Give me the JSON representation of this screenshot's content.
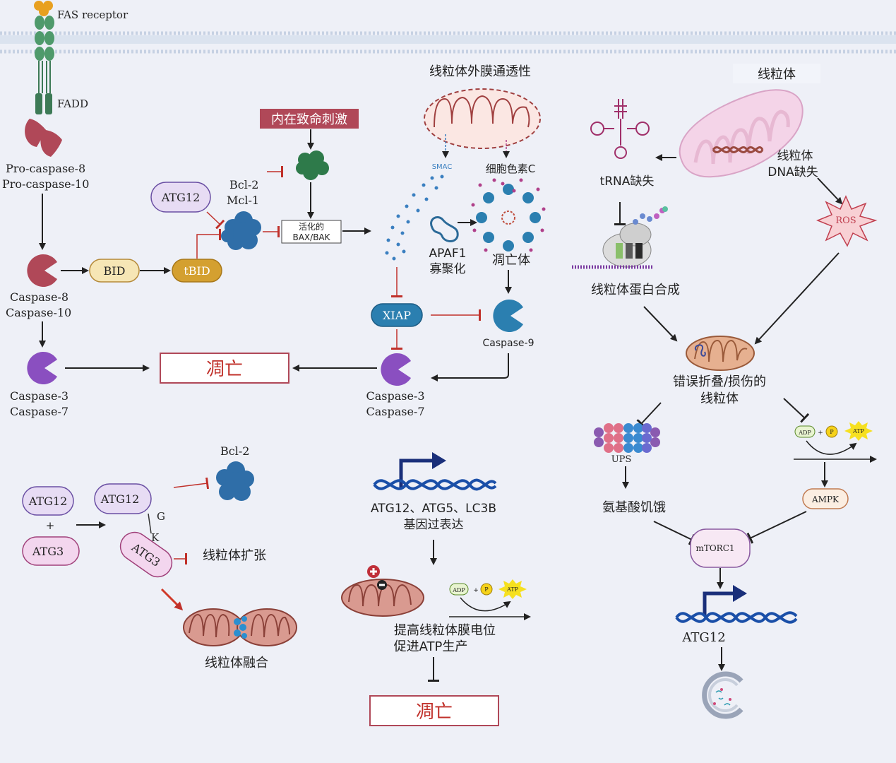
{
  "membrane": {
    "receptor": "FAS receptor",
    "adaptor": "FADD"
  },
  "extrinsic": {
    "procaspase": [
      "Pro-caspase-8",
      "Pro-caspase-10"
    ],
    "caspase810": [
      "Caspase-8",
      "Caspase-10"
    ],
    "bid": "BID",
    "tbid": "tBID",
    "caspase37_left": [
      "Caspase-3",
      "Caspase-7"
    ],
    "apoptosis": "凋亡"
  },
  "intrinsic": {
    "stimulus": "内在致命刺激",
    "atg12": "ATG12",
    "bcl": [
      "Bcl-2",
      "Mcl-1"
    ],
    "baxbak": [
      "活化的",
      "BAX/BAK"
    ],
    "momp": "线粒体外膜通透性",
    "smac": "SMAC",
    "cytc": "细胞色素C",
    "apaf1": [
      "APAF1",
      "寡聚化"
    ],
    "apoptosome": "凋亡体",
    "casp9": "Caspase-9",
    "xiap": "XIAP",
    "caspase37_mid": [
      "Caspase-3",
      "Caspase-7"
    ]
  },
  "atgpanel": {
    "atg12": "ATG12",
    "plus": "+",
    "atg3": "ATG3",
    "complex_atg12": "ATG12",
    "complex_atg3": "ATG3",
    "bond": [
      "G",
      "K"
    ],
    "bcl2": "Bcl-2",
    "expansion": "线粒体扩张",
    "fusion": "线粒体融合"
  },
  "genepanel": {
    "genes": [
      "ATG12、ATG5、LC3B",
      "基因过表达"
    ],
    "effect": [
      "提高线粒体膜电位",
      "促进ATP生产"
    ],
    "adp": "ADP",
    "p": "P",
    "atp": "ATP",
    "apoptosis": "凋亡"
  },
  "mitopanel": {
    "mito": "线粒体",
    "mtdna": [
      "线粒体",
      "DNA缺失"
    ],
    "trna": "tRNA缺失",
    "ros": "ROS",
    "synthesis": "线粒体蛋白合成",
    "damaged": [
      "错误折叠/损伤的",
      "线粒体"
    ],
    "ups": "UPS",
    "starve": "氨基酸饥饿",
    "adp": "ADP",
    "p": "P",
    "atp": "ATP",
    "ampk": "AMPK",
    "mtorc1": "mTORC1",
    "atg12": "ATG12"
  },
  "colors": {
    "inhibit": "#c0302a",
    "arrow": "#222222",
    "casp_red": "#b04858",
    "casp_purple": "#8a4fc0",
    "casp_blue": "#2b7fb0",
    "lavender": "#e7dcf4",
    "bid": "#f6e6b5",
    "tbid": "#d4a030"
  }
}
